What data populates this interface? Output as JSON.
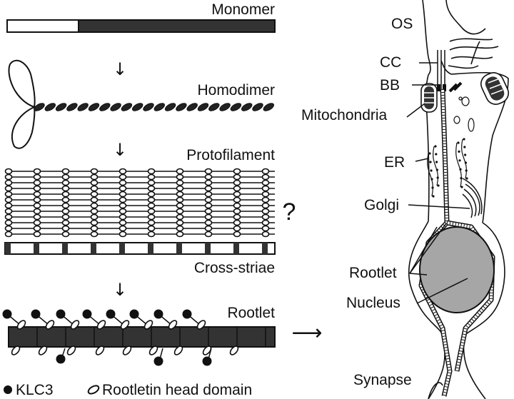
{
  "labels": {
    "monomer": "Monomer",
    "homodimer": "Homodimer",
    "protofilament": "Protofilament",
    "cross_striae": "Cross-striae",
    "rootlet_panel": "Rootlet",
    "question": "?",
    "arrow_down": "↓",
    "arrow_right": "⟶"
  },
  "legend": {
    "klc3": "KLC3",
    "head_domain": "Rootletin head domain"
  },
  "cell": {
    "os": "OS",
    "cc": "CC",
    "bb": "BB",
    "mitochondria": "Mitochondria",
    "er": "ER",
    "golgi": "Golgi",
    "rootlet": "Rootlet",
    "nucleus": "Nucleus",
    "synapse": "Synapse"
  },
  "colors": {
    "dark": "#333333",
    "nucleus_fill": "#a6a6a6",
    "stroke": "#111111"
  }
}
